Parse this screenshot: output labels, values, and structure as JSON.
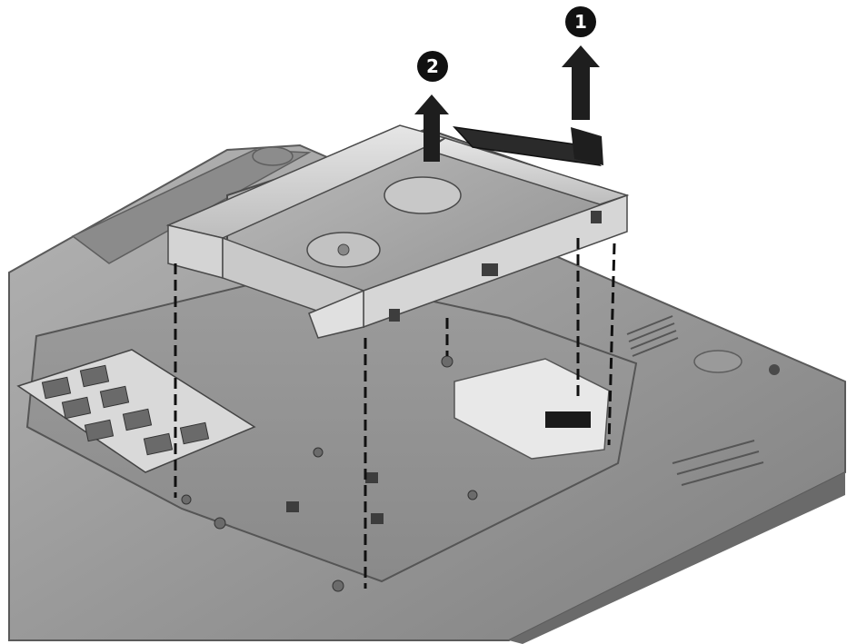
{
  "callouts": [
    {
      "id": "step-1",
      "label": "1"
    },
    {
      "id": "step-2",
      "label": "2"
    }
  ],
  "colors": {
    "background": "#ffffff",
    "laptop_base": "#9a9a9a",
    "laptop_dark": "#6e6e6e",
    "bracket": "#cfcfcf",
    "drive": "#a9a9a9",
    "callout": "#111111"
  },
  "icons": [
    "arrow-up-icon",
    "dashed-guide-line"
  ]
}
